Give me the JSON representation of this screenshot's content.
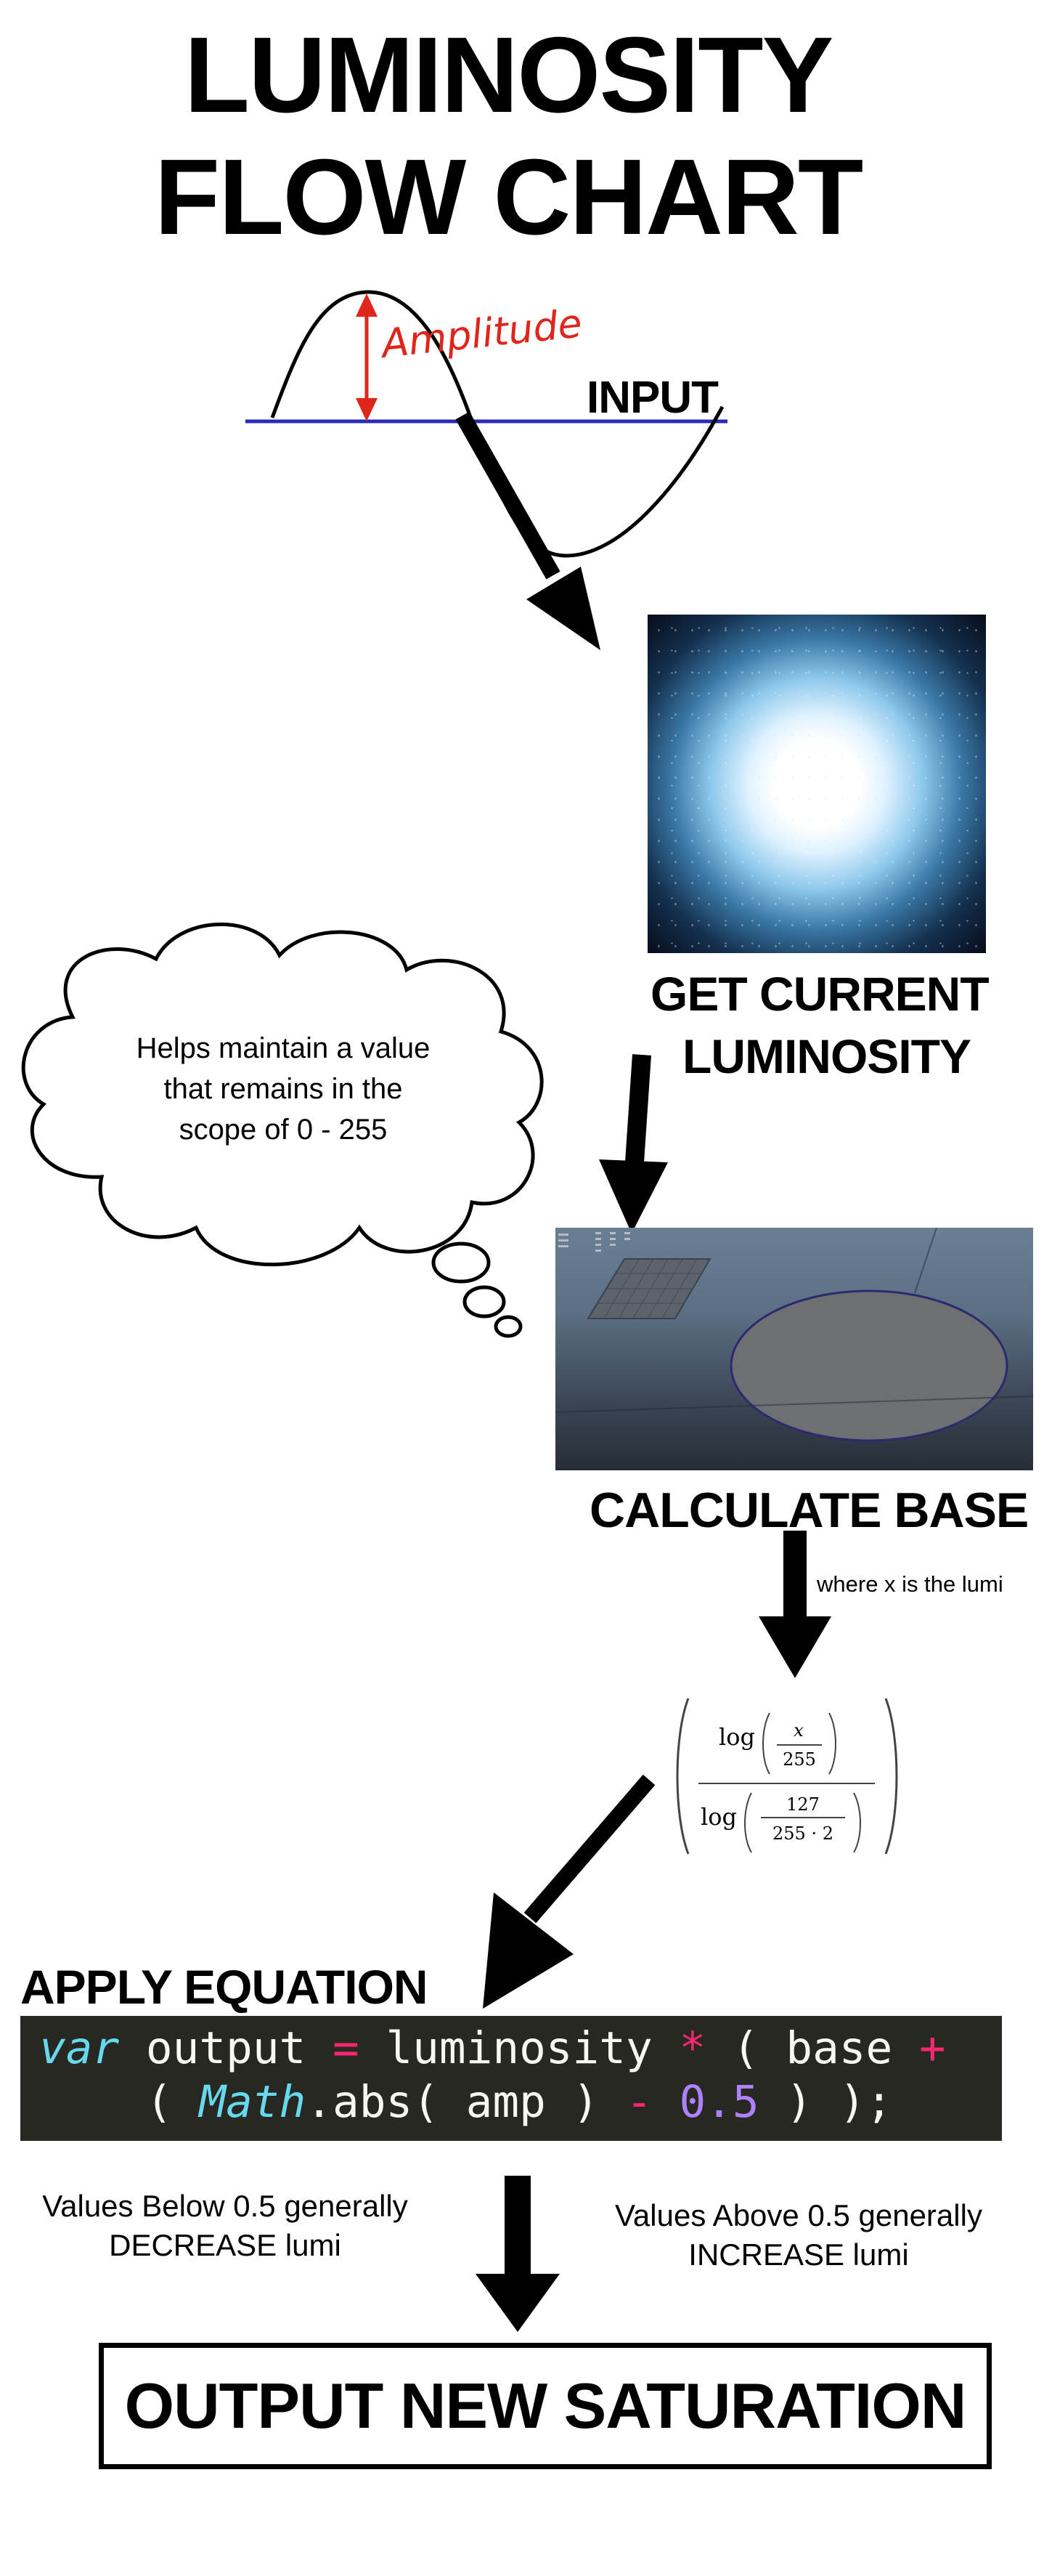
{
  "title": {
    "line1": "LUMINOSITY",
    "line2": "FLOW CHART"
  },
  "wave": {
    "annotation": "Amplitude"
  },
  "steps": {
    "input": "INPUT",
    "get_current_line1": "GET CURRENT",
    "get_current_line2": "LUMINOSITY",
    "calculate_base": "CALCULATE BASE",
    "apply_equation": "APPLY EQUATION",
    "output": "OUTPUT NEW SATURATION"
  },
  "cloud_note": {
    "line1": "Helps maintain a value",
    "line2": "that remains in the",
    "line3": "scope of 0 - 255"
  },
  "lumi_note": "where x is the lumi",
  "formula": {
    "log": "log",
    "x": "x",
    "d1": "255",
    "n2": "127",
    "d2": "255 · 2"
  },
  "code": {
    "line1": {
      "kw": "var",
      "a": " output ",
      "op1": "=",
      "b": " luminosity ",
      "op2": "*",
      "c": " ( base ",
      "op3": "+"
    },
    "line2": {
      "a": "    ( ",
      "kw": "Math",
      "b": ".abs( amp ) ",
      "op1": "-",
      "c": " ",
      "num": "0.5",
      "d": " ) );"
    }
  },
  "notes": {
    "below_line1": "Values Below 0.5 generally",
    "below_line2": "DECREASE lumi",
    "above_line1": "Values Above 0.5 generally",
    "above_line2": "INCREASE lumi"
  },
  "colors": {
    "annotation_red": "#e0261b",
    "axis_blue": "#2a2ab8",
    "code_bg": "#272822",
    "keyword": "#66d9ef",
    "operator": "#f92672",
    "number": "#ae81ff"
  }
}
